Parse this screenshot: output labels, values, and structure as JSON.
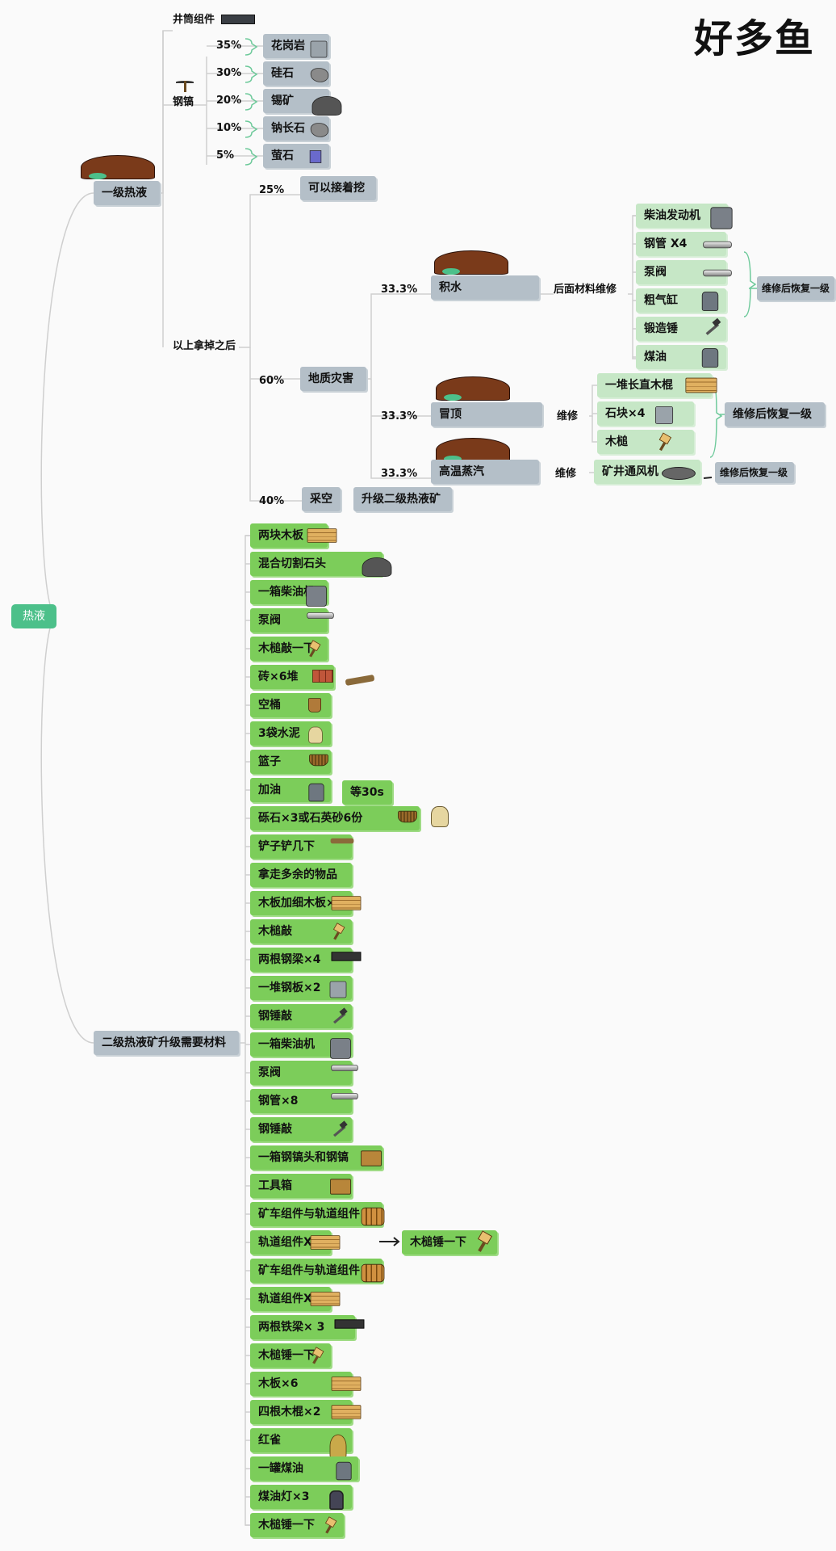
{
  "title": "好多鱼",
  "root": "热液",
  "level1": {
    "label": "一级热液",
    "shaft_label": "井筒组件",
    "tool_label": "钢镐",
    "drops": [
      {
        "pct": "35%",
        "name": "花岗岩"
      },
      {
        "pct": "30%",
        "name": "硅石"
      },
      {
        "pct": "20%",
        "name": "锡矿"
      },
      {
        "pct": "10%",
        "name": "钠长石"
      },
      {
        "pct": "5%",
        "name": "萤石"
      }
    ],
    "after_label": "以上拿掉之后",
    "out25": {
      "pct": "25%",
      "label": "可以接着挖"
    },
    "out60": {
      "pct": "60%",
      "label": "地质灾害"
    },
    "out40": {
      "pct": "40%",
      "label": "采空",
      "next": "升级二级热液矿"
    },
    "disasters": {
      "water": {
        "pct": "33.3%",
        "label": "积水",
        "edge": "后面材料维修",
        "items": [
          "柴油发动机",
          "钢管 X4",
          "泵阀",
          "粗气缸",
          "锻造锤",
          "煤油"
        ],
        "result": "维修后恢复一级"
      },
      "roof": {
        "pct": "33.3%",
        "label": "冒顶",
        "edge": "维修",
        "items": [
          "一堆长直木棍",
          "石块×4",
          "木槌"
        ],
        "result": "维修后恢复一级"
      },
      "steam": {
        "pct": "33.3%",
        "label": "高温蒸汽",
        "edge": "维修",
        "items": [
          "矿井通风机"
        ],
        "result": "维修后恢复一级"
      }
    }
  },
  "level2": {
    "label": "二级热液矿升级需要材料",
    "wait_label": "等30s",
    "side_step": "木槌锤一下",
    "steps": [
      "两块木板",
      "混合切割石头",
      "一箱柴油机",
      "泵阀",
      "木槌敲一下",
      "砖×6堆",
      "空桶",
      "3袋水泥",
      "篮子",
      "加油",
      "砾石×3或石英砂6份",
      "铲子铲几下",
      "拿走多余的物品",
      "木板加细木板×4",
      "木槌敲",
      "两根钢梁×4",
      "一堆钢板×2",
      "钢锤敲",
      "一箱柴油机",
      "泵阀",
      "钢管×8",
      "钢锤敲",
      "一箱钢镐头和钢镐",
      "工具箱",
      "矿车组件与轨道组件",
      "轨道组件X2",
      "矿车组件与轨道组件",
      "轨道组件X2",
      "两根铁梁× 3",
      "木槌锤一下",
      "木板×6",
      "四根木棍×2",
      "红雀",
      "一罐煤油",
      "煤油灯×3",
      "木槌锤一下"
    ]
  },
  "icons": {
    "mound": "rock-mound-icon",
    "pickaxe": "pickaxe-icon",
    "steps": [
      "planks-icon",
      "stone-pile-icon",
      "diesel-engine-icon",
      "pump-valve-icon",
      "mallet-icon",
      "bricks-icon",
      "bucket-icon",
      "cement-sack-icon",
      "basket-icon",
      "oil-can-icon",
      "basket-icon",
      "shovel-icon",
      "",
      "planks-icon",
      "mallet-icon",
      "steel-beam-icon",
      "steel-plate-icon",
      "hammer-icon",
      "diesel-engine-icon",
      "pump-valve-icon",
      "steel-pipe-icon",
      "hammer-icon",
      "pickaxe-crate-icon",
      "toolbox-icon",
      "cart-icon",
      "rail-icon",
      "cart-icon",
      "rail-icon",
      "iron-beam-icon",
      "mallet-icon",
      "planks-icon",
      "sticks-icon",
      "bird-cage-icon",
      "kerosene-can-icon",
      "lantern-icon",
      "mallet-icon"
    ]
  },
  "colors": {
    "root": "#4cc08a",
    "gray_node": "#b4bfc8",
    "green_node": "#7ccd5a",
    "light_green_node": "#c6e7c6",
    "bracket": "#6dc99a"
  }
}
